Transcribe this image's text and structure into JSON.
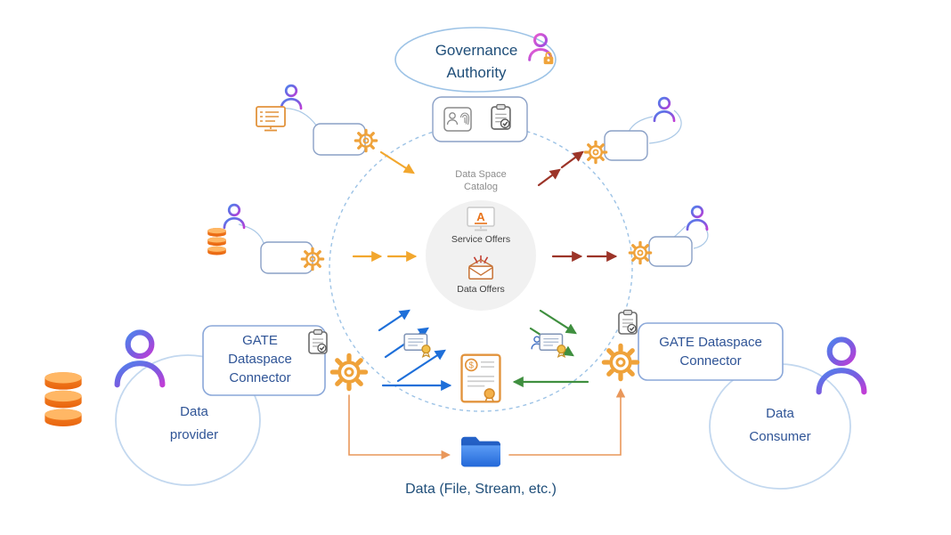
{
  "labels": {
    "governance": {
      "line1": "Governance",
      "line2": "Authority"
    },
    "catalog": {
      "line1": "Data Space",
      "line2": "Catalog"
    },
    "service_offers": "Service Offers",
    "data_offers": "Data Offers",
    "gate_left": {
      "line1": "GATE",
      "line2": "Dataspace",
      "line3": "Connector"
    },
    "gate_right": {
      "line1": "GATE Dataspace",
      "line2": "Connector"
    },
    "provider": {
      "line1": "Data",
      "line2": "provider"
    },
    "consumer": {
      "line1": "Data",
      "line2": "Consumer"
    },
    "data_flow": "Data (File, Stream, etc.)"
  },
  "icons": {
    "contract_currency": "$",
    "service_monitor_letter": "A"
  },
  "icon_map": {
    "person-icon": "outline person (head + shoulders)",
    "gear-icon": "cog wheel outline",
    "database-icon": "stacked orange cylinders",
    "clipboard-check-icon": "clipboard with checkmark",
    "id-card-fingerprint-icon": "id card with person and fingerprint",
    "lock-icon": "orange padlock",
    "monitor-icon": "computer screen",
    "envelope-icon": "open envelope with incoming arrows",
    "certificate-icon": "certificate with ribbon seal",
    "contract-icon": "contract document with dollar badge and seal",
    "folder-icon": "blue folder"
  },
  "colors": {
    "heading_blue": "#1f4e79",
    "box_text_blue": "#2f5496",
    "outline_light_blue": "#9dc3e6",
    "thin_curve": "#aac8e6",
    "box_outline": "#8aa0c6",
    "gate_outline": "#8aa7d9",
    "ellipse_outline": "#c3d8ef",
    "gray_text": "#8c8c8c",
    "offers_text": "#404040",
    "gear_orange": "#efa23a",
    "arrow_orange": "#f2a72e",
    "arrow_dark_red": "#9c3428",
    "arrow_blue": "#1e6fd9",
    "arrow_green": "#3f8f3f",
    "connector_orange": "#e9975a",
    "folder_blue": "#2b6fd4",
    "database_orange": "#ee6c10"
  }
}
